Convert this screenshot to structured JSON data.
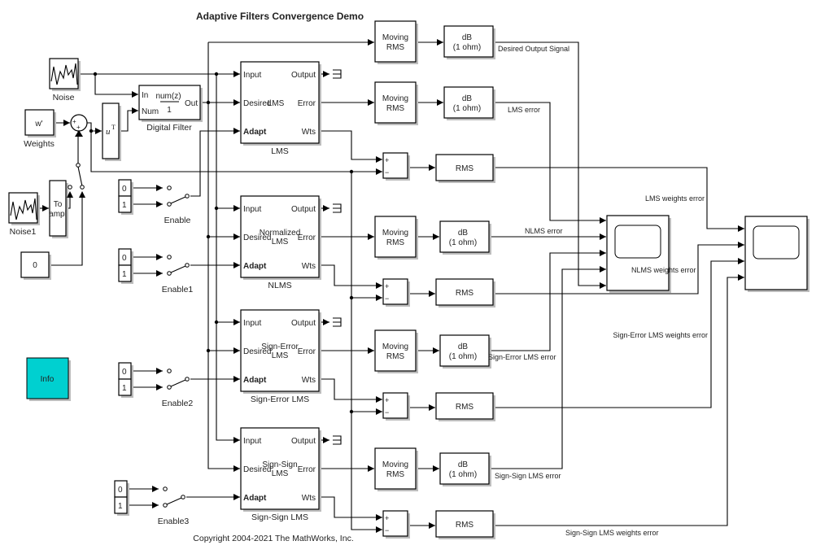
{
  "title": "Adaptive Filters Convergence Demo",
  "copyright": "Copyright 2004-2021 The MathWorks, Inc.",
  "colors": {
    "info_block": "#00d0d0",
    "line": "#000000",
    "background": "#ffffff"
  },
  "sources": {
    "noise": {
      "label": "Noise",
      "icon": "random-noise-icon"
    },
    "noise1": {
      "label": "Noise1",
      "icon": "random-noise-icon"
    },
    "weights": {
      "label": "Weights",
      "value": "w'"
    },
    "sum": {
      "signs": [
        "+",
        "+"
      ]
    },
    "transpose": {
      "text": "u",
      "sup": "T"
    },
    "to_sample": {
      "line1": "To",
      "line2": "ampl"
    },
    "zero_const": {
      "value": "0"
    }
  },
  "digital_filter": {
    "label": "Digital Filter",
    "ports": [
      "In",
      "Num"
    ],
    "out": "Out",
    "numerator": "num(z)",
    "denominator": "1"
  },
  "filters": [
    {
      "label": "LMS",
      "inner": [
        "LMS"
      ],
      "in_ports": [
        "Input",
        "Desired",
        "Adapt"
      ],
      "out_ports": [
        "Output",
        "Error",
        "Wts"
      ],
      "enable": {
        "label": "Enable",
        "values": [
          "0",
          "1"
        ]
      }
    },
    {
      "label": "NLMS",
      "inner": [
        "Normalized",
        "LMS"
      ],
      "in_ports": [
        "Input",
        "Desired",
        "Adapt"
      ],
      "out_ports": [
        "Output",
        "Error",
        "Wts"
      ],
      "enable": {
        "label": "Enable1",
        "values": [
          "0",
          "1"
        ]
      }
    },
    {
      "label": "Sign-Error LMS",
      "inner": [
        "Sign-Error",
        "LMS"
      ],
      "in_ports": [
        "Input",
        "Desired",
        "Adapt"
      ],
      "out_ports": [
        "Output",
        "Error",
        "Wts"
      ],
      "enable": {
        "label": "Enable2",
        "values": [
          "0",
          "1"
        ]
      }
    },
    {
      "label": "Sign-Sign LMS",
      "inner": [
        "Sign-Sign",
        "LMS"
      ],
      "in_ports": [
        "Input",
        "Desired",
        "Adapt"
      ],
      "out_ports": [
        "Output",
        "Error",
        "Wts"
      ],
      "enable": {
        "label": "Enable3",
        "values": [
          "0",
          "1"
        ]
      }
    }
  ],
  "processing": {
    "moving_rms": [
      "Moving",
      "RMS"
    ],
    "db": [
      "dB",
      "(1 ohm)"
    ],
    "rms": "RMS",
    "diff_signs": [
      "+",
      "−"
    ]
  },
  "signals": {
    "desired_output": "Desired Output Signal",
    "lms_error": "LMS error",
    "nlms_error": "NLMS error",
    "se_error": "Sign-Error LMS error",
    "ss_error": "Sign-Sign LMS error",
    "lms_wts": "LMS weights error",
    "nlms_wts": "NLMS weights error",
    "se_wts": "Sign-Error LMS weights error",
    "ss_wts": "Sign-Sign LMS weights error"
  },
  "info": {
    "label": "Info"
  }
}
